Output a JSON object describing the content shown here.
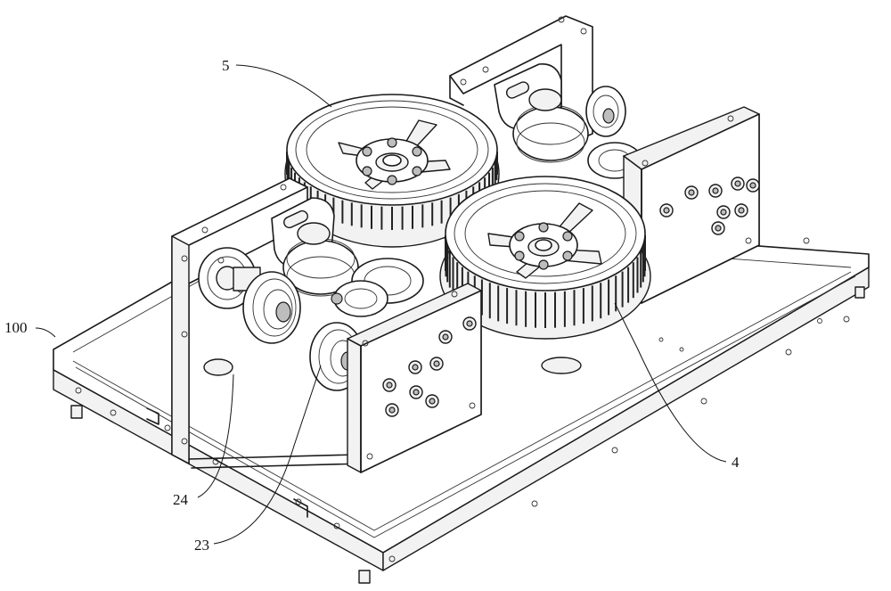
{
  "callouts": {
    "c100": "100",
    "c5": "5",
    "c4": "4",
    "c24": "24",
    "c23": "23"
  }
}
